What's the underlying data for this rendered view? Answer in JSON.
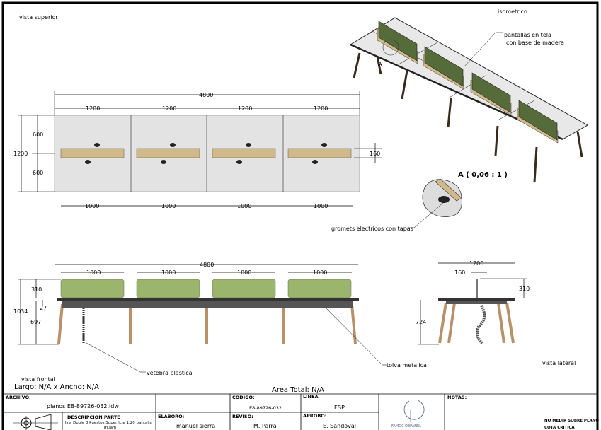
{
  "views": {
    "top": "vista superior",
    "iso": "isometrico",
    "front": "vista frontal",
    "side": "vista lateral"
  },
  "dims": {
    "total_length": "4800",
    "module": "1200",
    "screen": "1000",
    "half_depth": "600",
    "depth": "1200",
    "strip": "160",
    "screen_height": "310",
    "top_thickness": "27",
    "leg_height": "697",
    "total_height": "1034",
    "side_height": "724"
  },
  "callouts": {
    "screens": "pantallas en tela",
    "screens2": "con base de madera",
    "detail": "A ( 0,06 : 1 )",
    "detail_mark": "A",
    "grommets": "gromets electricos con tapas",
    "vertebra": "vetebra plastica",
    "tolva": "tolva metalica"
  },
  "summary": {
    "size": "Largo: N/A x Ancho: N/A",
    "area": "Area Total: N/A"
  },
  "title_block": {
    "archivo_label": "ARCHIVO:",
    "archivo": "planos E8-89726-032.idw",
    "codigo_label": "CODIGO:",
    "codigo": "E8-89726-032",
    "linea_label": "LINEA",
    "linea": "ESP",
    "notas_label": "NOTAS:",
    "desc_label": "DESCRIPCION PARTE",
    "desc": "Isla Doble 8 Puestos Superficie 1.20 pantalla",
    "desc2": "m.iam",
    "elaboro_label": "ELABORO:",
    "elaboro": "manuel sierra",
    "reviso_label": "REVISO:",
    "reviso": "M. Parra",
    "aprobo_label": "APROBO:",
    "aprobo": "E. Sandoval",
    "logo": "FAMOC DEPANEL",
    "note1": "NO MEDIR SOBRE PLANO",
    "note2": "COTA CRITICA"
  },
  "colors": {
    "screen_front": "#9bb56d",
    "screen_iso": "#556b3a",
    "wood": "#d2b98a",
    "top": "#e2e2e2",
    "leg": "#b8906a"
  }
}
